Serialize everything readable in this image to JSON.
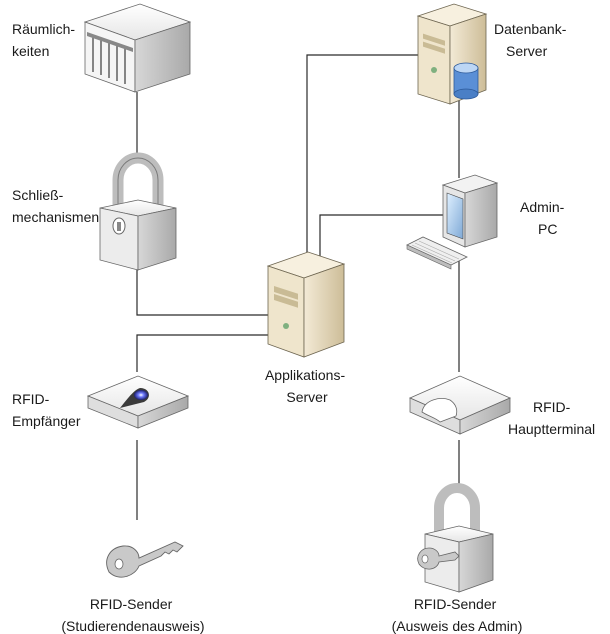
{
  "nodes": {
    "raeumlichkeiten": {
      "label": [
        "Räumlich-",
        "keiten"
      ],
      "icon": "building-icon"
    },
    "schliessmechanismen": {
      "label": [
        "Schließ-",
        "mechanismen"
      ],
      "icon": "padlock-icon"
    },
    "rfid_empfaenger": {
      "label": [
        "RFID-",
        "Empfänger"
      ],
      "icon": "rfid-reader-icon"
    },
    "rfid_sender_student": {
      "label": [
        "RFID-Sender",
        "(Studierendenausweis)"
      ],
      "icon": "key-icon"
    },
    "applikations_server": {
      "label": [
        "Applikations-",
        "Server"
      ],
      "icon": "server-tower-icon"
    },
    "datenbank_server": {
      "label": [
        "Datenbank-",
        "Server"
      ],
      "icon": "database-server-icon"
    },
    "admin_pc": {
      "label": [
        "Admin-",
        "PC"
      ],
      "icon": "workstation-icon"
    },
    "rfid_hauptterminal": {
      "label": [
        "RFID-",
        "Hauptterminal"
      ],
      "icon": "card-terminal-icon"
    },
    "rfid_sender_admin": {
      "label": [
        "RFID-Sender",
        "(Ausweis des Admin)"
      ],
      "icon": "padlock-with-key-icon"
    }
  },
  "colors": {
    "line": "#2b2b2b",
    "icon_light": "#f2f2f2",
    "icon_mid": "#cfcfcf",
    "icon_dark": "#9a9a9a",
    "server": "#e8dcc2",
    "accent_blue": "#3a6fc4"
  }
}
